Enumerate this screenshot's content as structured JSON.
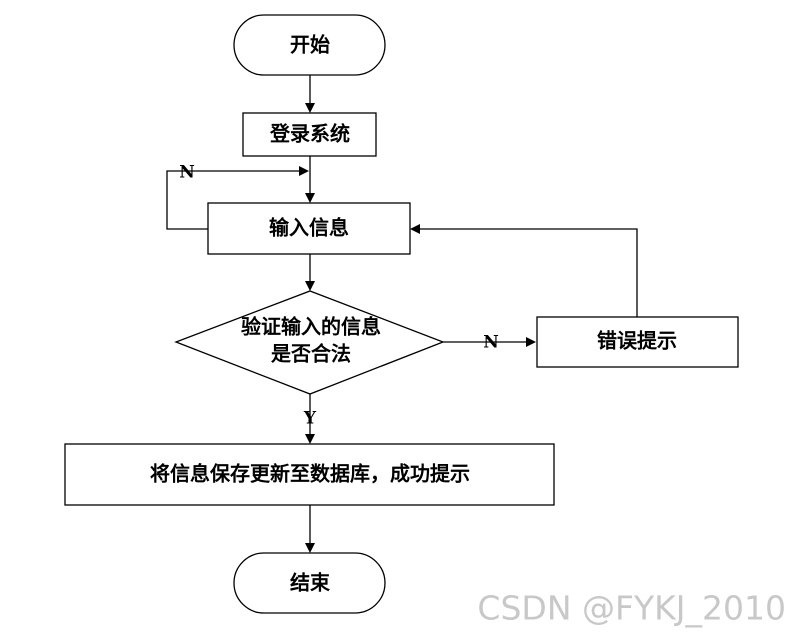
{
  "diagram": {
    "nodes": {
      "start": "开始",
      "login": "登录系统",
      "input": "输入信息",
      "validate_line1": "验证输入的信息",
      "validate_line2": "是否合法",
      "error": "错误提示",
      "save": "将信息保存更新至数据库，成功提示",
      "end": "结束"
    },
    "edge_labels": {
      "loop_n": "N",
      "invalid_n": "N",
      "valid_y": "Y"
    }
  },
  "watermark": "CSDN @FYKJ_2010",
  "colors": {
    "stroke": "#000000",
    "background": "#ffffff",
    "watermark": "#c8c8c8"
  }
}
